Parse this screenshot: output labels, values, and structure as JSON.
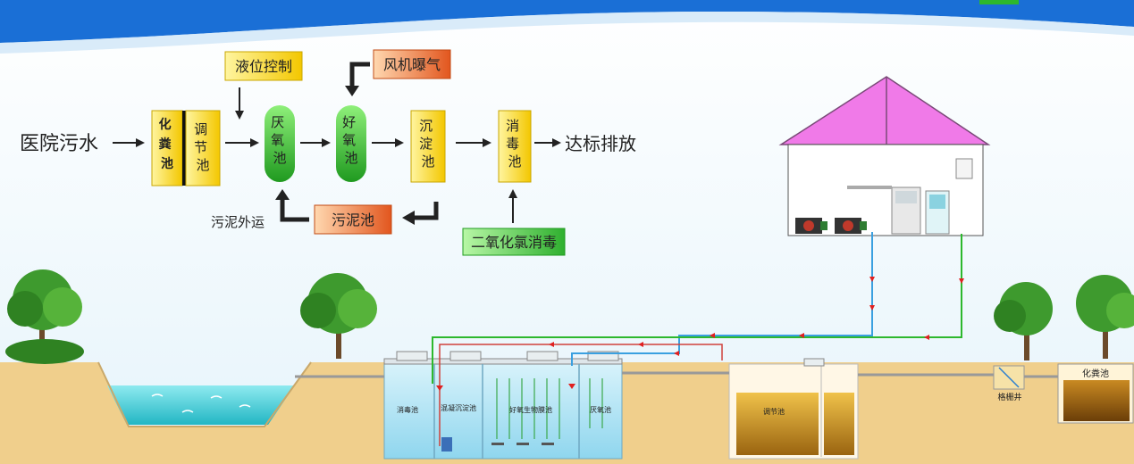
{
  "flow": {
    "source": "医院污水",
    "septic_tank": "化粪池",
    "regulating_tank": "调节池",
    "anaerobic_tank": "厌氧池",
    "aerobic_tank": "好氧池",
    "sedimentation_tank": "沉淀池",
    "disinfection_tank": "消毒池",
    "discharge": "达标排放",
    "level_control": "液位控制",
    "blower_aeration": "风机曝气",
    "sludge_tank": "污泥池",
    "sludge_removal": "污泥外运",
    "chlorine_dioxide": "二氧化氯消毒"
  },
  "plant": {
    "disinfection_tank": "消毒池",
    "coagulation_sedimentation": "混凝沉淀池",
    "aerobic_biofilm": "好氧生物膜池",
    "anaerobic_tank": "厌氧池",
    "regulating_tank": "调节池",
    "grille_well": "格栅井",
    "septic_tank": "化粪池"
  },
  "colors": {
    "yellow_box": "#f5d623",
    "green_box": "#35b535",
    "orange_box": "#e8743a",
    "arrow_red": "#e02020",
    "pipe_blue": "#3aa0e0",
    "pipe_green": "#2db82d",
    "roof": "#f07ae8",
    "ground": "#f0cf8c",
    "water": "#36d0d8",
    "sky_band": "#1a6fd6"
  }
}
